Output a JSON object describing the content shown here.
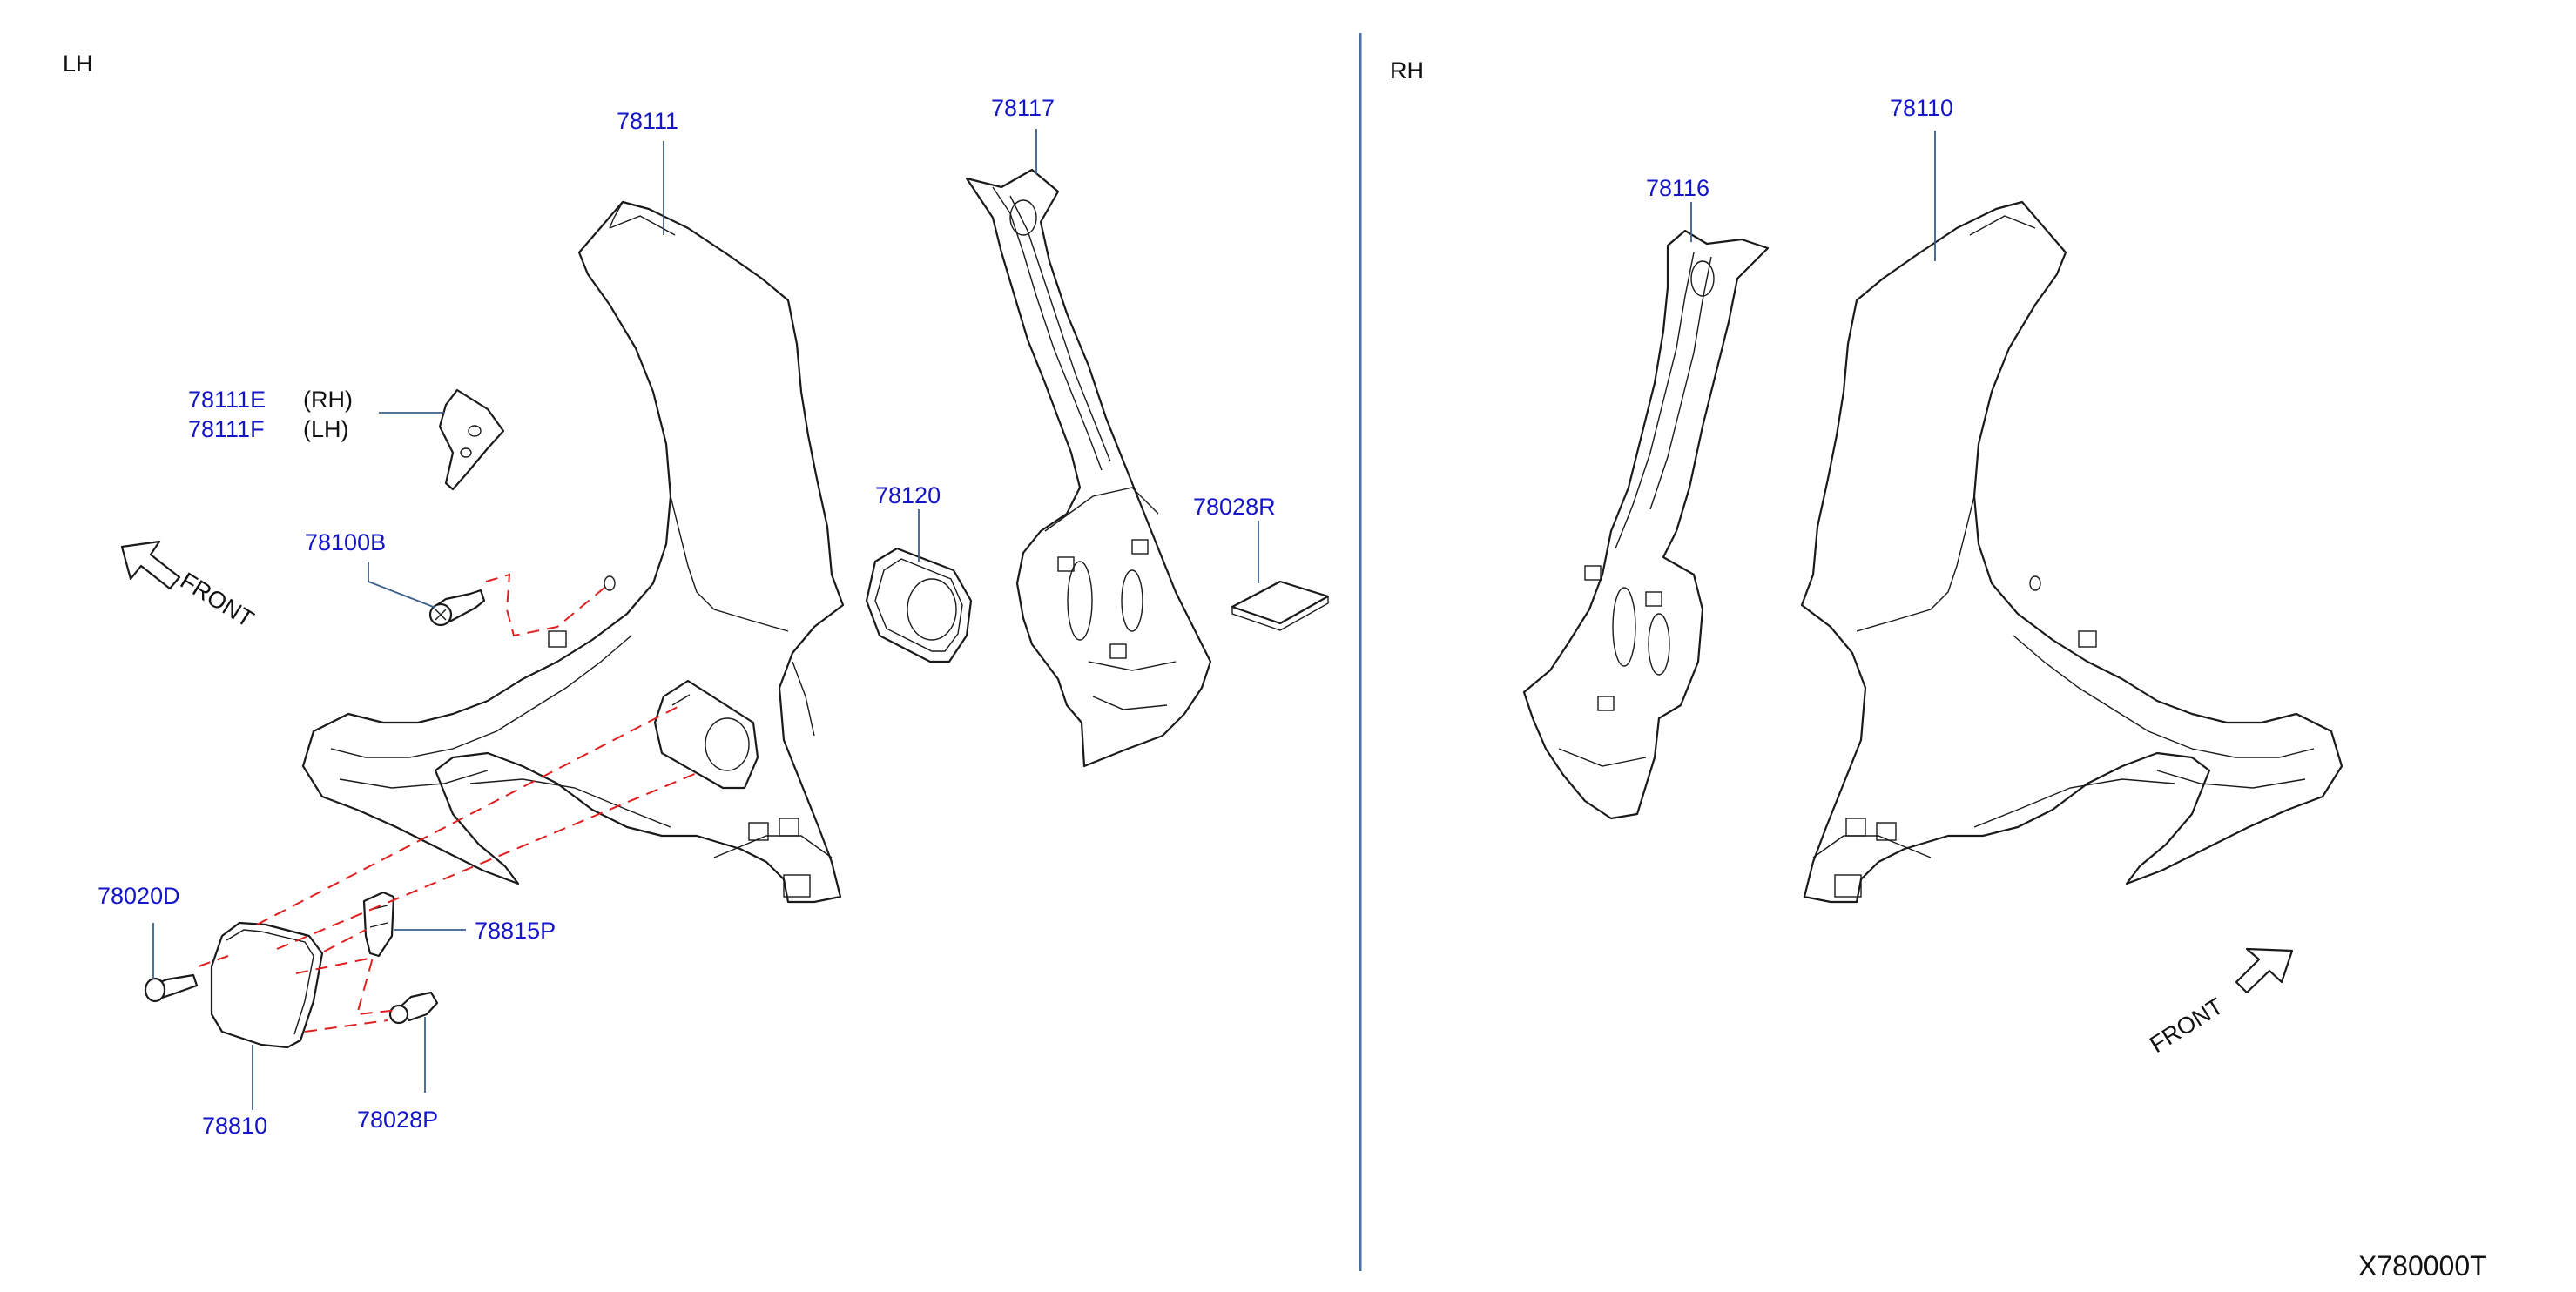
{
  "diagram_code": "X780000T",
  "sides": {
    "left": "LH",
    "right": "RH"
  },
  "front_label": "FRONT",
  "callouts": {
    "p78111": "78111",
    "p78117": "78117",
    "p78110": "78110",
    "p78116": "78116",
    "p78111E": "78111E",
    "p78111F": "78111F",
    "p78111E_side": "(RH)",
    "p78111F_side": "(LH)",
    "p78100B": "78100B",
    "p78120": "78120",
    "p78028R": "78028R",
    "p78020D": "78020D",
    "p78815P": "78815P",
    "p78810": "78810",
    "p78028P": "78028P"
  }
}
